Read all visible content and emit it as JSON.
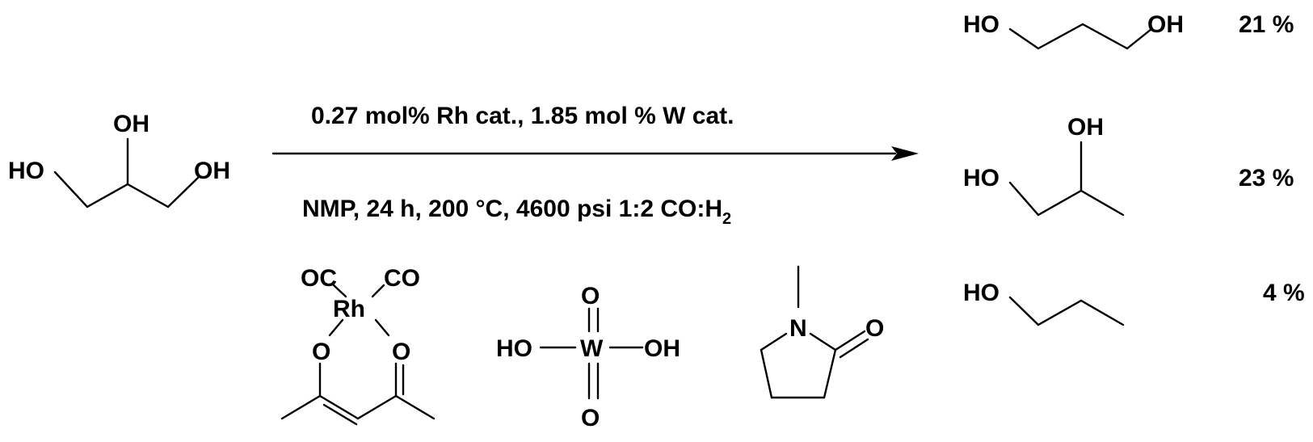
{
  "reactant": {
    "atoms": {
      "oh_top": "OH",
      "ho_left": "HO",
      "oh_right": "OH"
    }
  },
  "conditions": {
    "line1": "0.27 mol% Rh cat., 1.85 mol % W cat.",
    "line2_main": "NMP, 24 h, 200 °C, 4600 psi 1:2 CO:H",
    "line2_sub": "2"
  },
  "products": [
    {
      "atoms": {
        "a": "HO",
        "b": "OH"
      },
      "yield": "21 %"
    },
    {
      "atoms": {
        "a": "OH",
        "b": "HO"
      },
      "yield": "23 %"
    },
    {
      "atoms": {
        "a": "HO"
      },
      "yield": "4 %"
    }
  ],
  "catalysts": {
    "rh": {
      "co_left": "OC",
      "co_right": "CO",
      "metal": "Rh",
      "o_left": "O",
      "o_right": "O"
    },
    "w": {
      "o_top": "O",
      "ho": "HO",
      "metal": "W",
      "oh": "OH",
      "o_bottom": "O"
    },
    "nmp": {
      "n": "N",
      "o": "O"
    }
  },
  "colors": {
    "ink": "#000000",
    "background": "#ffffff"
  }
}
